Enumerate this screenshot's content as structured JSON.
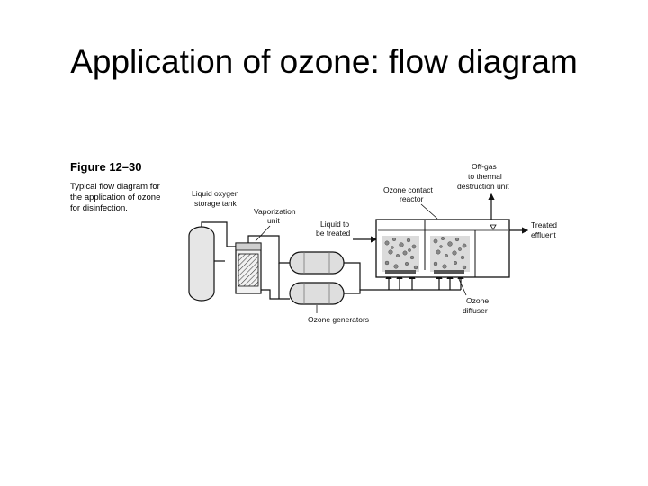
{
  "slide": {
    "title": "Application of ozone: flow diagram"
  },
  "figure": {
    "number": "Figure 12–30",
    "caption_lines": [
      "Typical flow diagram for",
      "the application of ozone",
      "for disinfection."
    ]
  },
  "labels": {
    "oxygen_tank": [
      "Liquid oxygen",
      "storage tank"
    ],
    "vaporization": [
      "Vaporization",
      "unit"
    ],
    "liquid_in": [
      "Liquid to",
      "be treated"
    ],
    "contact_reactor": [
      "Ozone contact",
      "reactor"
    ],
    "offgas": [
      "Off-gas",
      "to thermal",
      "destruction unit"
    ],
    "treated": [
      "Treated",
      "effluent"
    ],
    "diffuser": [
      "Ozone",
      "diffuser"
    ],
    "generators": "Ozone generators"
  }
}
